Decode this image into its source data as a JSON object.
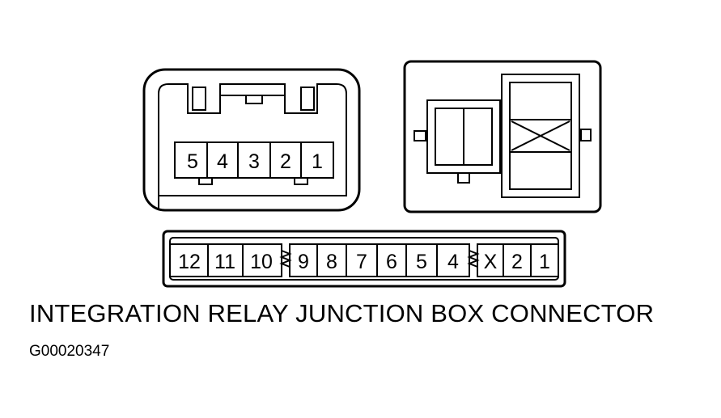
{
  "caption": "INTEGRATION RELAY JUNCTION BOX CONNECTOR",
  "figure_code": "G00020347",
  "small_connector": {
    "pins": [
      "5",
      "4",
      "3",
      "2",
      "1"
    ]
  },
  "large_connector": {
    "left_group": [
      "12",
      "11",
      "10"
    ],
    "middle_group": [
      "9",
      "8",
      "7",
      "6",
      "5",
      "4"
    ],
    "right_group": [
      "X",
      "2",
      "1"
    ]
  }
}
